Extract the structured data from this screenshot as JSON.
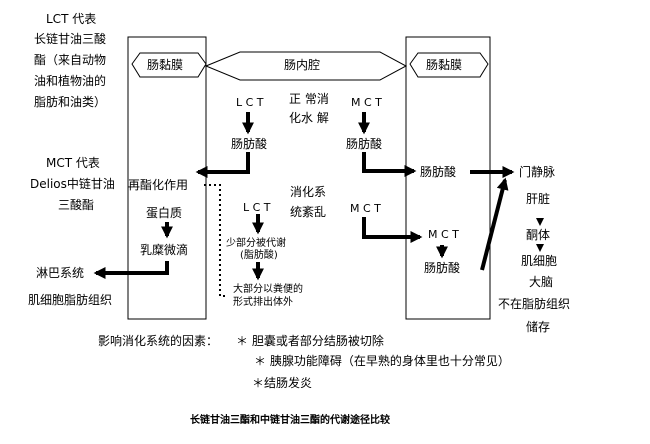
{
  "legend_left": {
    "lct_lines": [
      "LCT 代表",
      "长链甘油三酸",
      "酯（来自动物",
      "油和植物油的",
      "脂肪和油类）"
    ],
    "mct_lines": [
      "MCT 代表",
      "Delios中链甘油",
      "三酸酯"
    ]
  },
  "boxes": {
    "left_membrane": "肠黏膜",
    "lumen": "肠内腔",
    "right_membrane": "肠黏膜"
  },
  "lumen_flow": {
    "lct_top": "L C T",
    "lct_fatty_acid": "肠肪酸",
    "normal_digestion": [
      "正 常消",
      "化水 解"
    ],
    "mct_top": "M C T",
    "mct_fatty_acid": "肠肪酸",
    "disorder": [
      "消化系",
      "统紊乱"
    ],
    "lct_mid": "L C T",
    "partly_metabolized": "少部分被代谢",
    "fatty_acid_paren": "(脂肪酸)",
    "mostly_excreted": [
      "大部分以粪便的",
      "形式排出体外"
    ],
    "mct_mid": "M C T"
  },
  "left_membrane_flow": {
    "re_esterify": "再酯化作用",
    "protein": "蛋白质",
    "chylomicron": "乳糜微滴"
  },
  "left_outside": {
    "lymph": "淋巴系统",
    "adipose": "肌细胞脂肪组织"
  },
  "right_membrane_flow": {
    "fatty_acid_top": "肠肪酸",
    "mct": "M C T",
    "fatty_acid_bottom": "肠肪酸"
  },
  "right_outside": {
    "portal_vein": "门静脉",
    "liver": "肝脏",
    "ketone": "酮体",
    "muscle_cell": "肌细胞",
    "brain": "大脑",
    "not_stored": [
      "不在脂肪组织",
      "储存"
    ]
  },
  "factors": {
    "intro": "影响消化系统的因素：",
    "items": [
      "＊ 胆囊或者部分结肠被切除",
      "＊ 胰腺功能障碍（在早熟的身体里也十分常见）",
      "＊结肠发炎"
    ]
  },
  "caption": "长链甘油三酯和中链甘油三酯的代谢途径比较",
  "colors": {
    "line": "#000000",
    "background": "#ffffff"
  }
}
